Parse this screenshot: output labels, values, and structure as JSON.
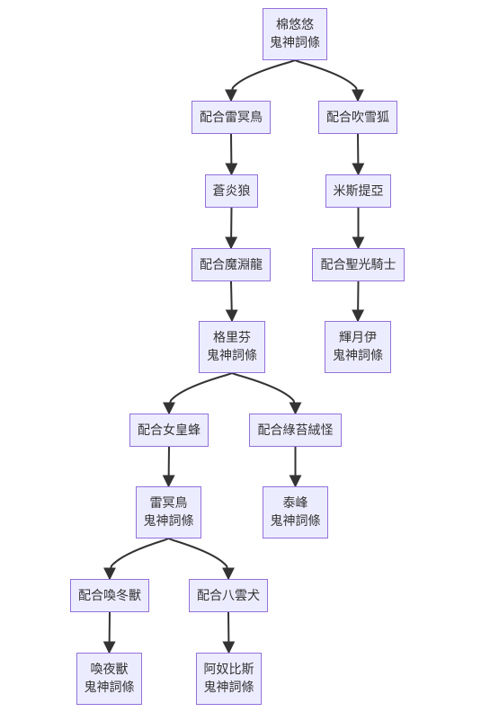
{
  "colors": {
    "node_fill": "#ececff",
    "node_border": "#9370db",
    "edge": "#333333",
    "text": "#333333"
  },
  "nodes": {
    "n_mianyouyou": {
      "lines": [
        "棉悠悠",
        "鬼神詞條"
      ]
    },
    "n_lml": {
      "lines": [
        "配合雷冥鳥"
      ]
    },
    "n_chuixuehu": {
      "lines": [
        "配合吹雪狐"
      ]
    },
    "n_cangyanlang": {
      "lines": [
        "蒼炎狼"
      ]
    },
    "n_misitiya": {
      "lines": [
        "米斯提亞"
      ]
    },
    "n_moyuanlong": {
      "lines": [
        "配合魔淵龍"
      ]
    },
    "n_shengguang": {
      "lines": [
        "配合聖光騎士"
      ]
    },
    "n_gelifen": {
      "lines": [
        "格里芬",
        "鬼神詞條"
      ]
    },
    "n_huiyueyi": {
      "lines": [
        "輝月伊",
        "鬼神詞條"
      ]
    },
    "n_nvhuangfeng": {
      "lines": [
        "配合女皇蜂"
      ]
    },
    "n_lvtairongguai": {
      "lines": [
        "配合綠苔絨怪"
      ]
    },
    "n_leimingniao": {
      "lines": [
        "雷冥鳥",
        "鬼神詞條"
      ]
    },
    "n_taifeng": {
      "lines": [
        "泰峰",
        "鬼神詞條"
      ]
    },
    "n_huandongshou": {
      "lines": [
        "配合喚冬獸"
      ]
    },
    "n_bayunquan": {
      "lines": [
        "配合八雲犬"
      ]
    },
    "n_huanyeshou": {
      "lines": [
        "喚夜獸",
        "鬼神詞條"
      ]
    },
    "n_anubisi": {
      "lines": [
        "阿奴比斯",
        "鬼神詞條"
      ]
    }
  },
  "edges": [
    [
      "n_mianyouyou",
      "n_lml"
    ],
    [
      "n_mianyouyou",
      "n_chuixuehu"
    ],
    [
      "n_lml",
      "n_cangyanlang"
    ],
    [
      "n_cangyanlang",
      "n_moyuanlong"
    ],
    [
      "n_moyuanlong",
      "n_gelifen"
    ],
    [
      "n_chuixuehu",
      "n_misitiya"
    ],
    [
      "n_misitiya",
      "n_shengguang"
    ],
    [
      "n_shengguang",
      "n_huiyueyi"
    ],
    [
      "n_gelifen",
      "n_nvhuangfeng"
    ],
    [
      "n_gelifen",
      "n_lvtairongguai"
    ],
    [
      "n_nvhuangfeng",
      "n_leimingniao"
    ],
    [
      "n_lvtairongguai",
      "n_taifeng"
    ],
    [
      "n_leimingniao",
      "n_huandongshou"
    ],
    [
      "n_leimingniao",
      "n_bayunquan"
    ],
    [
      "n_huandongshou",
      "n_huanyeshou"
    ],
    [
      "n_bayunquan",
      "n_anubisi"
    ]
  ]
}
